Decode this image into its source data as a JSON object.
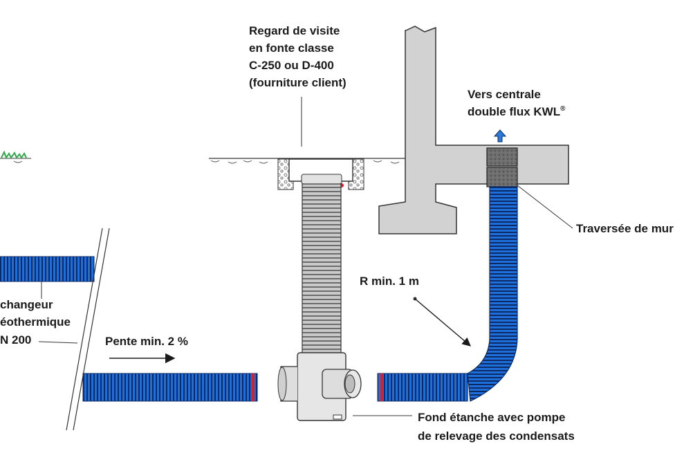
{
  "labels": {
    "manhole": [
      "Regard de visite",
      "en fonte classe",
      "C-250 ou D-400",
      "(fourniture client)"
    ],
    "to_unit_line1": "Vers centrale",
    "to_unit_line2_text": "double flux KWL",
    "to_unit_line2_sup": "®",
    "wall_crossing": "Traversée de mur",
    "radius": "R min. 1 m",
    "exchanger": [
      "changeur",
      "éothermique",
      "N 200"
    ],
    "slope": "Pente min. 2 %",
    "bottom": [
      "Fond étanche avec pompe",
      "de relevage des condensats"
    ]
  },
  "colors": {
    "pipe_blue": "#1e6fd9",
    "pipe_dark": "#0b2a66",
    "concrete": "#d2d2d2",
    "corrugated_grey": "#b9b9b9",
    "arrow_blue": "#2a7ad6",
    "seal_red": "#d8202a",
    "grass": "#2fa84a"
  },
  "icons": {
    "up_arrow": "up-arrow-icon",
    "slope_arrow": "right-arrow-icon"
  }
}
